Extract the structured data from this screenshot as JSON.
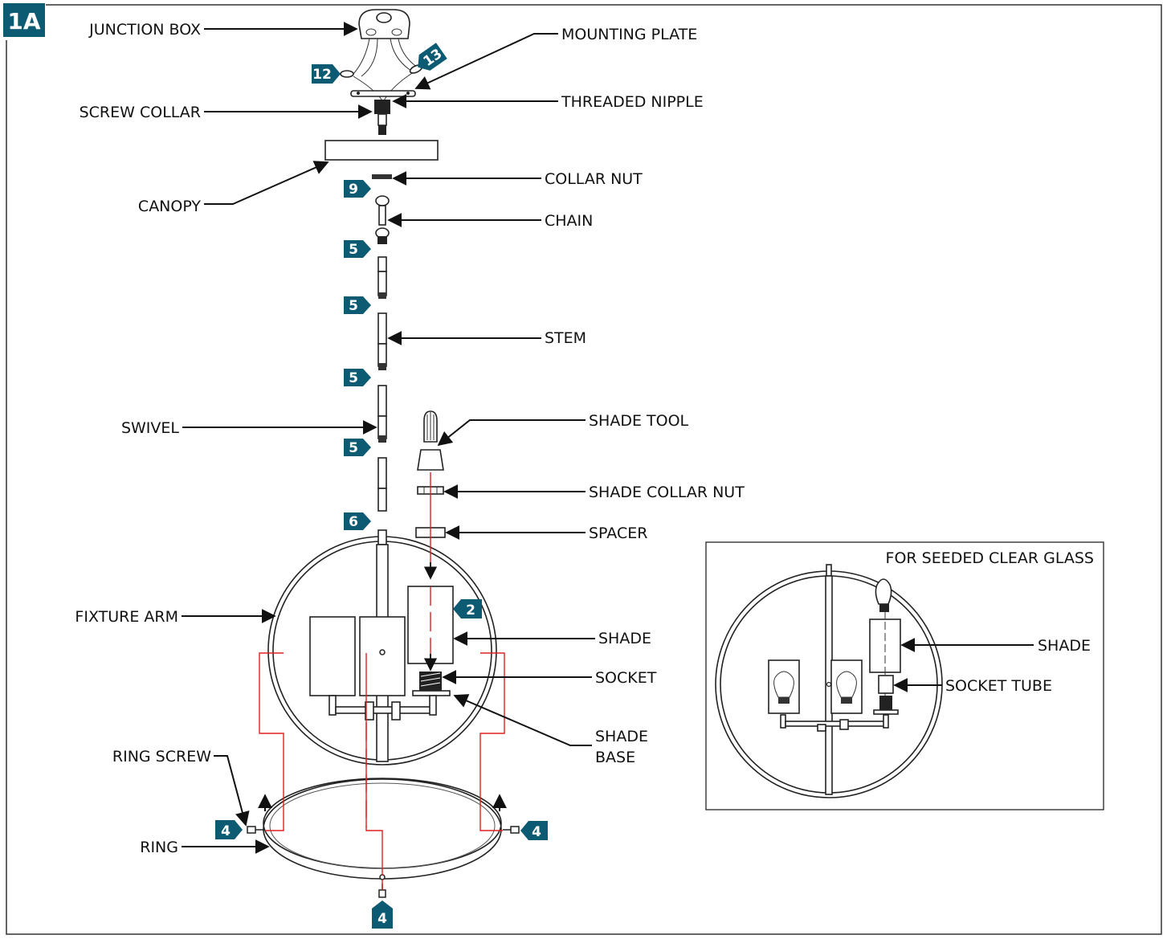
{
  "figure_label": "1A",
  "colors": {
    "step_badge": "#0d5a73",
    "guide_line": "#e02020",
    "ink": "#111111"
  },
  "labels": {
    "junction_box": "JUNCTION BOX",
    "mounting_plate": "MOUNTING PLATE",
    "screw_collar": "SCREW COLLAR",
    "threaded_nipple": "THREADED NIPPLE",
    "canopy": "CANOPY",
    "collar_nut": "COLLAR NUT",
    "chain": "CHAIN",
    "stem": "STEM",
    "swivel": "SWIVEL",
    "shade_tool": "SHADE TOOL",
    "shade_collar_nut": "SHADE COLLAR NUT",
    "spacer": "SPACER",
    "fixture_arm": "FIXTURE ARM",
    "shade": "SHADE",
    "socket": "SOCKET",
    "shade_base_1": "SHADE",
    "shade_base_2": "BASE",
    "ring_screw": "RING SCREW",
    "ring": "RING"
  },
  "inset": {
    "title": "FOR SEEDED CLEAR GLASS",
    "shade": "SHADE",
    "socket_tube": "SOCKET TUBE"
  },
  "steps": {
    "s12": "12",
    "s13": "13",
    "s9": "9",
    "s5a": "5",
    "s5b": "5",
    "s5c": "5",
    "s5d": "5",
    "s6": "6",
    "s2": "2",
    "s4_left": "4",
    "s4_right": "4",
    "s4_bottom": "4"
  }
}
